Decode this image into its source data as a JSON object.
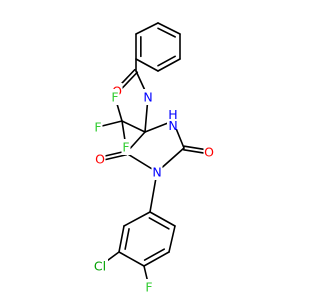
{
  "atoms": {
    "O": {
      "text": "O",
      "color": "#ff0000"
    },
    "N": {
      "text": "N",
      "color": "#0000ff"
    },
    "H": {
      "text": "H",
      "color": "#0000ff"
    },
    "F": {
      "text": "F",
      "color": "#33cc33"
    },
    "Cl": {
      "text": "Cl",
      "color": "#00a000"
    }
  }
}
